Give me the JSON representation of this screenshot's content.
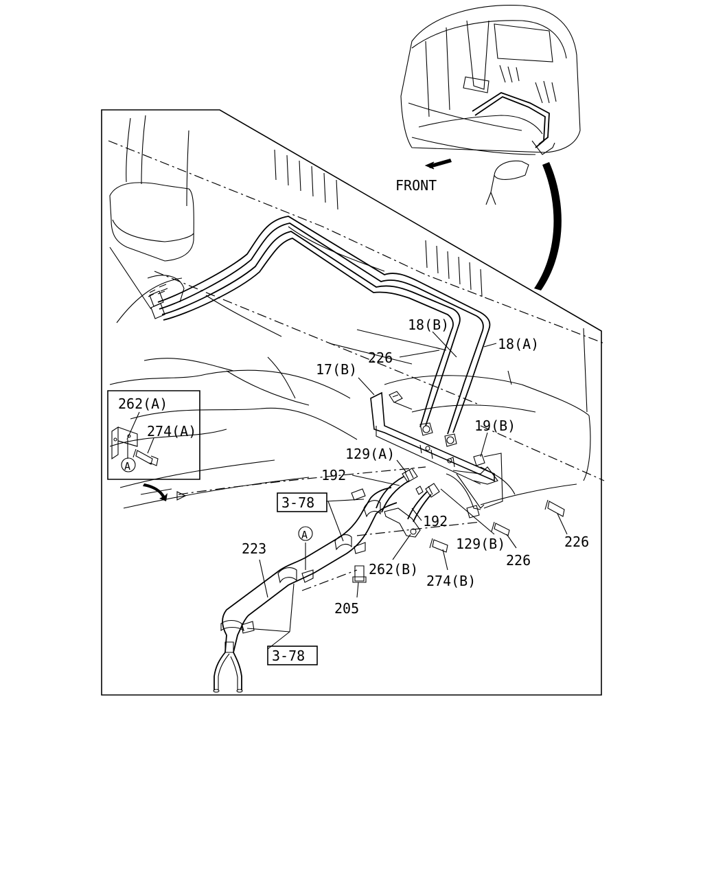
{
  "direction_label": "FRONT",
  "callouts": {
    "c_18b": "18(B)",
    "c_18a": "18(A)",
    "c_226_top": "226",
    "c_17b": "17(B)",
    "c_262a": "262(A)",
    "c_274a": "274(A)",
    "c_19b": "19(B)",
    "c_129a": "129(A)",
    "c_192_a": "192",
    "c_192_b": "192",
    "c_ref_1": "3-78",
    "c_ref_2": "3-78",
    "c_226_r": "226",
    "c_226_m": "226",
    "c_129b": "129(B)",
    "c_223": "223",
    "c_262b": "262(B)",
    "c_274b": "274(B)",
    "c_205": "205",
    "c_mark_a1": "A",
    "c_mark_a2": "A"
  }
}
